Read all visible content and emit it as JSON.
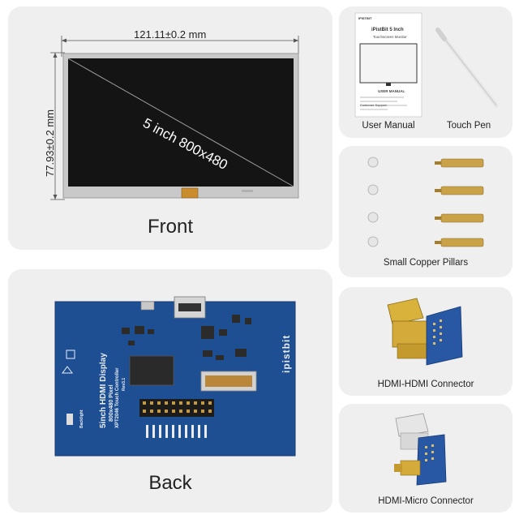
{
  "front": {
    "width_dim": "121.11±0.2 mm",
    "height_dim": "77.93±0.2 mm",
    "screen_text": "5 inch 800x480",
    "caption": "Front"
  },
  "back": {
    "caption": "Back",
    "board_title": "5inch HDMI Display",
    "board_pixel": "800x480 Pixel",
    "board_controller": "XPT2046 Touch Controller",
    "board_rev": "Rev3.1",
    "board_brand": "ipistbit",
    "board_backlight": "Backlight"
  },
  "manual": {
    "brand": "IPISTBIT",
    "title": "iPistBit 5 Inch",
    "subtitle": "Touchscreen Monitor",
    "doc_label": "USER MANUAL",
    "support": "Customer Support:",
    "caption_manual": "User Manual",
    "caption_pen": "Touch Pen"
  },
  "pillars": {
    "caption": "Small Copper Pillars"
  },
  "hdmi": {
    "caption": "HDMI-HDMI Connector"
  },
  "micro": {
    "caption": "HDMI-Micro Connector"
  },
  "colors": {
    "panel_bg": "#efefef",
    "pcb_blue": "#1f4f93",
    "brass": "#c9a24a",
    "gold": "#d9b23c",
    "screen_black": "#141414"
  }
}
